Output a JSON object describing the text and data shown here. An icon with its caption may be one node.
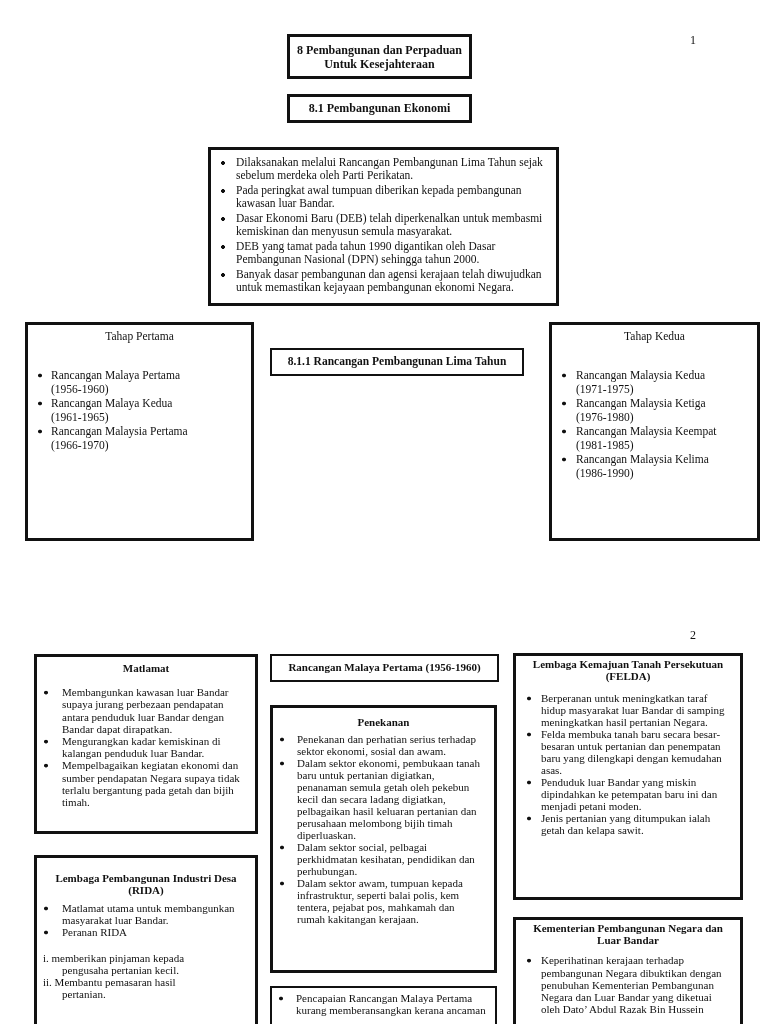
{
  "diagram": {
    "nodes": [
      {
        "text": [
          "8 Pembangunan dan Perpaduan Untuk Kesejahteraan"
        ]
      },
      {
        "text": [
          "8.1 Pembangunan Ekonomi"
        ]
      },
      {
        "text": [
          "Dilaksanakan melalui Rancangan Pembangunan Lima Tahun sejak sebelum merdeka oleh Parti Perikatan.",
          "Pada peringkat awal tumpuan diberikan kepada pembangunan kawasan luar Bandar.",
          "Dasar Ekonomi Baru (DEB) telah diperkenalkan untuk membasmi kemiskinan dan menyusun semula masyarakat.",
          "DEB yang tamat pada tahun 1990 digantikan oleh Dasar Pembangunan Nasional (DPN) sehingga tahun 2000.",
          "Banyak dasar pembangunan dan agensi kerajaan telah diwujudkan untuk memastikan kejayaan pembangunan ekonomi Negara."
        ]
      },
      {
        "text": [
          "Tahap Pertama",
          "Rancangan Malaya Pertama (1956-1960)",
          "Rancangan Malaya Kedua (1961-1965)",
          "Rancangan Malaysia Pertama (1966-1970)"
        ]
      },
      {
        "text": [
          "8.1.1 Rancangan Pembangunan Lima Tahun"
        ]
      },
      {
        "text": [
          "Tahap Kedua",
          "Rancangan Malaysia Kedua (1971-1975)",
          "Rancangan Malaysia Ketiga (1976-1980)",
          "Rancangan Malaysia Keempat (1981-1985)",
          "Rancangan Malaysia Kelima (1986-1990)"
        ]
      },
      {
        "text": [
          "Matlamat",
          "Membangunkan kawasan luar Bandar supaya jurang perbezaan pendapatan antara penduduk luar Bandar dengan Bandar dapat dirapatkan.",
          "Mengurangkan kadar kemiskinan di kalangan penduduk luar Bandar.",
          "Mempelbagaikan kegiatan ekonomi dan sumber pendapatan Negara supaya tidak terlalu bergantung pada getah dan bijih timah."
        ]
      },
      {
        "text": [
          "Rancangan Malaya Pertama (1956-1960)"
        ]
      },
      {
        "text": [
          "Lembaga Kemajuan Tanah Persekutuan (FELDA)",
          "Berperanan untuk meningkatkan taraf hidup masyarakat luar Bandar di samping meningkatkan hasil pertanian Negara.",
          "Felda membuka tanah baru secara besar-besaran untuk pertanian dan penempatan baru yang dilengkapi dengan kemudahan asas.",
          "Penduduk luar Bandar yang miskin dipindahkan ke petempatan baru ini dan menjadi petani moden.",
          "Jenis pertanian yang ditumpukan ialah getah dan kelapa sawit."
        ]
      },
      {
        "text": [
          "Penekanan",
          "Penekanan dan perhatian serius terhadap sektor ekonomi, sosial dan awam.",
          "Dalam sektor ekonomi, pembukaan tanah baru untuk pertanian digiatkan, penanaman semula getah oleh pekebun kecil dan secara ladang digiatkan, pelbagaikan hasil keluaran pertanian dan perusahaan melombong bijih timah diperluaskan.",
          "Dalam sektor social, pelbagai perkhidmatan kesihatan, pendidikan dan perhubungan.",
          "Dalam sektor awam, tumpuan kepada infrastruktur, seperti balai polis, kem tentera, pejabat pos, mahkamah dan rumah kakitangan kerajaan."
        ]
      },
      {
        "text": [
          "Lembaga Pembangunan Industri Desa (RIDA)",
          "Matlamat utama untuk membangunkan masyarakat luar Bandar.",
          "Peranan RIDA",
          "i. memberikan pinjaman kepada pengusaha pertanian kecil.",
          "ii. Membantu pemasaran hasil pertanian."
        ]
      },
      {
        "text": [
          "Kementerian Pembangunan Negara dan Luar Bandar",
          "Keperihatinan kerajaan terhadap pembangunan Negara dibuktikan dengan penubuhan Kementerian Pembangunan Negara dan Luar Bandar yang diketuai oleh Dato’ Abdul Razak Bin Hussein"
        ]
      },
      {
        "text": [
          "Pencapaian Rancangan Malaya Pertama kurang memberansangkan kerana ancaman"
        ]
      }
    ],
    "labels": [
      "1",
      "2"
    ]
  }
}
